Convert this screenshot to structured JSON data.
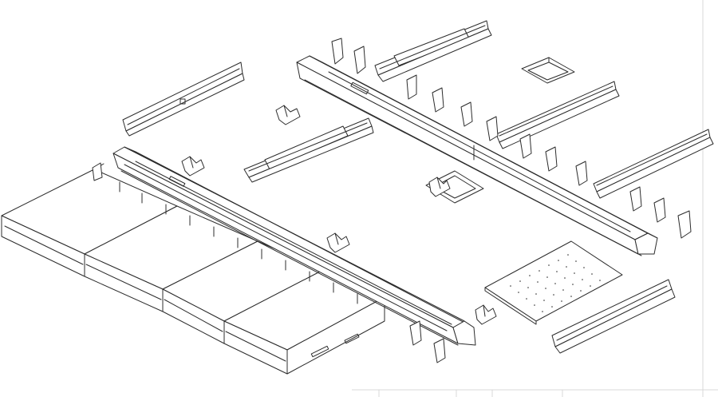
{
  "drawing": {
    "view": "isometric-exploded-assembly",
    "line_color": "#2c2c2c",
    "background_color": "#ffffff",
    "border_color": "#d9d9d9",
    "parts": [
      "main-tray-assembly",
      "long-side-rail",
      "long-rear-rail",
      "angled-bracket-left",
      "angled-bracket-bottom-right",
      "channel-bracket-top",
      "channel-bracket-mid",
      "channel-bracket-right",
      "channel-bracket-center",
      "rectangular-frame-top",
      "rectangular-frame-center",
      "perforated-panel",
      "clip-brackets",
      "gusset-plates"
    ],
    "title_block": {
      "visible": "partial",
      "position": "bottom-right"
    }
  }
}
